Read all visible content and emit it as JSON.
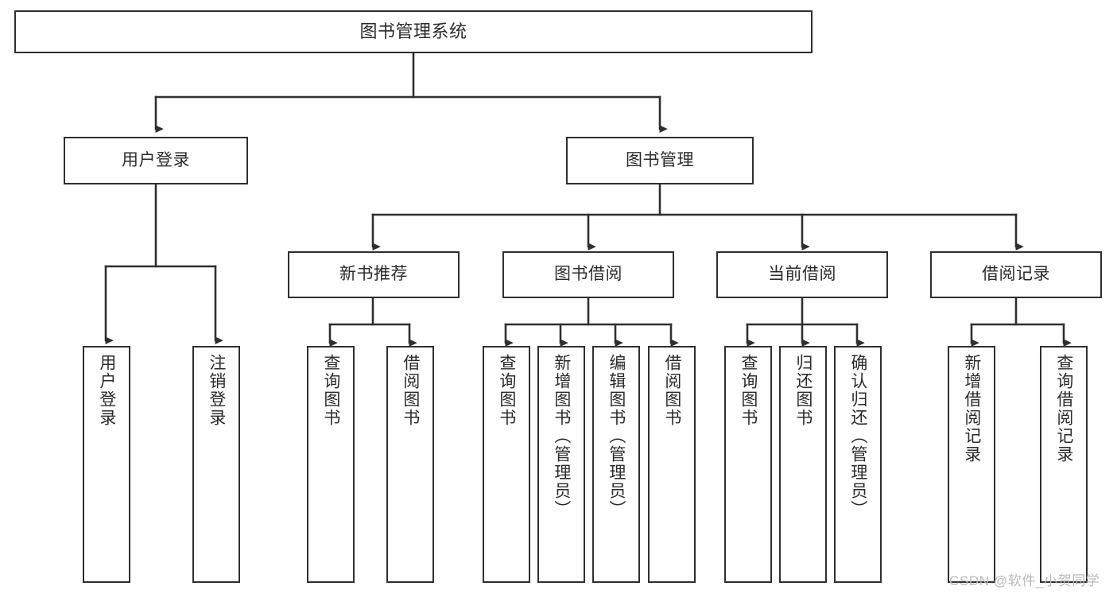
{
  "diagram": {
    "title": "图书管理系统",
    "type": "tree-hierarchy-diagram",
    "colors": {
      "background": "#ffffff",
      "box_border": "#2f2f2f",
      "box_fill": "#ffffff",
      "text": "#2b2b2b",
      "connector": "#2f2f2f",
      "watermark": "#b9b9b9"
    },
    "root": {
      "label": "图书管理系统"
    },
    "level2": [
      {
        "label": "用户登录"
      },
      {
        "label": "图书管理"
      }
    ],
    "level3": [
      {
        "label": "新书推荐"
      },
      {
        "label": "图书借阅"
      },
      {
        "label": "当前借阅"
      },
      {
        "label": "借阅记录"
      }
    ],
    "leaves": {
      "user_login": [
        {
          "label": "用户登录"
        },
        {
          "label": "注销登录"
        }
      ],
      "new_book": [
        {
          "label": "查询图书"
        },
        {
          "label": "借阅图书"
        }
      ],
      "book_borrow": [
        {
          "label": "查询图书"
        },
        {
          "label": "新增图书（管理员）"
        },
        {
          "label": "编辑图书（管理员）"
        },
        {
          "label": "借阅图书"
        }
      ],
      "current_borrow": [
        {
          "label": "查询图书"
        },
        {
          "label": "归还图书"
        },
        {
          "label": "确认归还（管理员）"
        }
      ],
      "borrow_record": [
        {
          "label": "新增借阅记录"
        },
        {
          "label": "查询借阅记录"
        }
      ]
    }
  },
  "watermark": {
    "text": "CSDN @软件_小贺同学"
  }
}
